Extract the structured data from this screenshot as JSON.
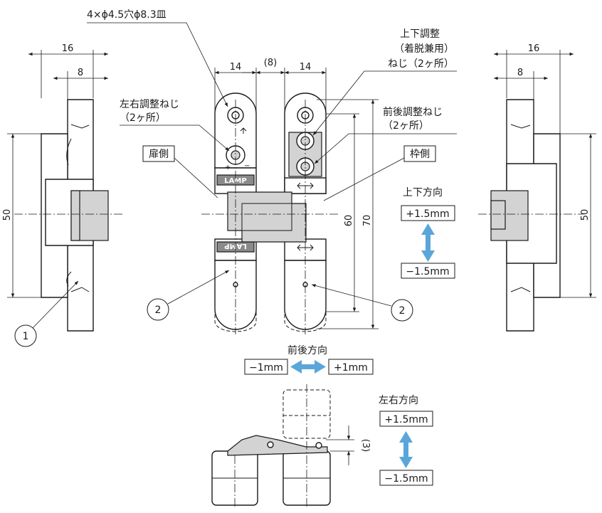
{
  "labels": {
    "hole_spec": "4×ϕ4.5穴ϕ8.3皿",
    "lateral_screw_line1": "左右調整ねじ",
    "lateral_screw_line2": "（2ヶ所）",
    "vertical_screw_line1": "上下調整",
    "vertical_screw_line2": "（着脱兼用）",
    "vertical_screw_line3": "ねじ（2ヶ所）",
    "depth_screw_line1": "前後調整ねじ",
    "depth_screw_line2": "（2ヶ所）",
    "door_side": "扉側",
    "frame_side": "枠側",
    "brand_upper": "LAMP",
    "brand_lower": "LAMP",
    "vertical_direction": "上下方向",
    "vertical_plus": "+1.5mm",
    "vertical_minus": "−1.5mm",
    "depth_direction": "前後方向",
    "depth_minus": "−1mm",
    "depth_plus": "+1mm",
    "lateral_direction": "左右方向",
    "lateral_plus": "+1.5mm",
    "lateral_minus": "−1.5mm"
  },
  "callouts": {
    "one": "1",
    "two_left": "2",
    "two_right": "2"
  },
  "dimensions": {
    "left_width": "16",
    "left_inner": "8",
    "left_height": "50",
    "front_w_left": "14",
    "front_gap": "(8)",
    "front_w_right": "14",
    "front_h_inner": "60",
    "front_h_outer": "70",
    "right_width": "16",
    "right_inner": "8",
    "right_height": "50",
    "bottom_offset": "(3)"
  },
  "colors": {
    "arrow": "#5aa6da",
    "part_fill": "#d3d3d3",
    "line": "#1a1a1a"
  }
}
